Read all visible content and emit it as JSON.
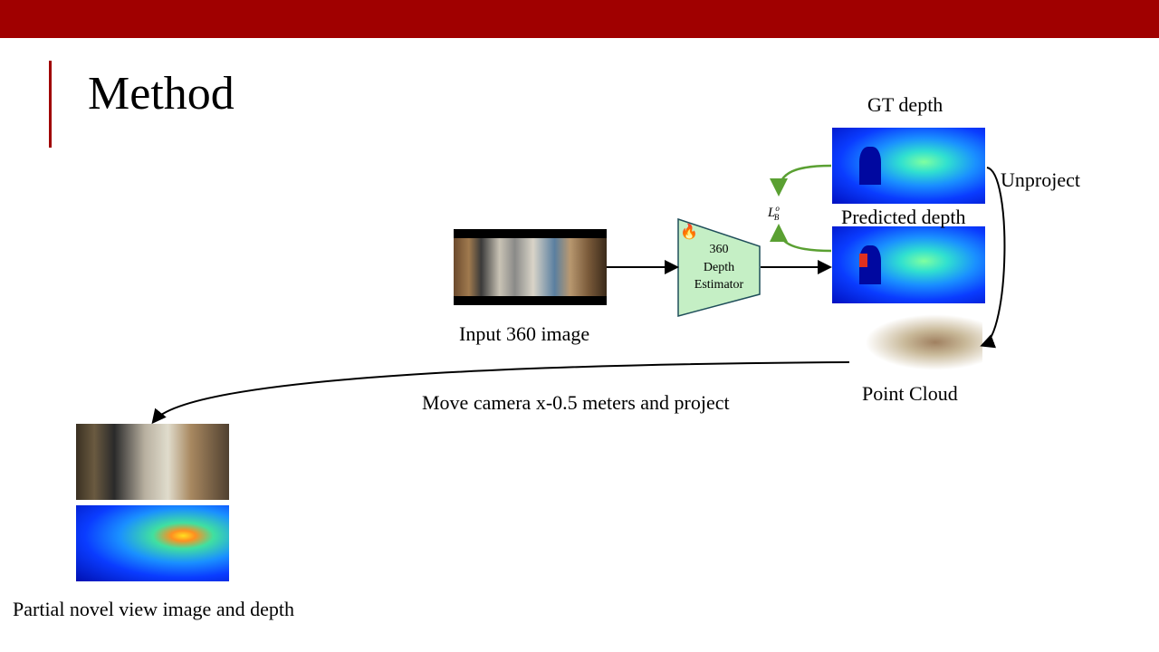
{
  "slide": {
    "title": "Method"
  },
  "labels": {
    "gt_depth": "GT depth",
    "predicted_depth": "Predicted depth",
    "unproject": "Unproject",
    "input_image": "Input 360 image",
    "point_cloud": "Point Cloud",
    "move_camera": "Move camera x-0.5 meters and project",
    "partial_novel": "Partial novel view image and depth"
  },
  "estimator": {
    "line1": "360",
    "line2": "Depth",
    "line3": "Estimator",
    "icon": "fire-icon",
    "fill": "#c5efc5",
    "stroke": "#1f4e5a"
  },
  "loss": {
    "symbol": "L",
    "superscript": "o",
    "subscript": "B"
  },
  "colors": {
    "accent": "#a00000",
    "loss_arrow": "#5aa032",
    "flow_arrow": "#000000"
  }
}
